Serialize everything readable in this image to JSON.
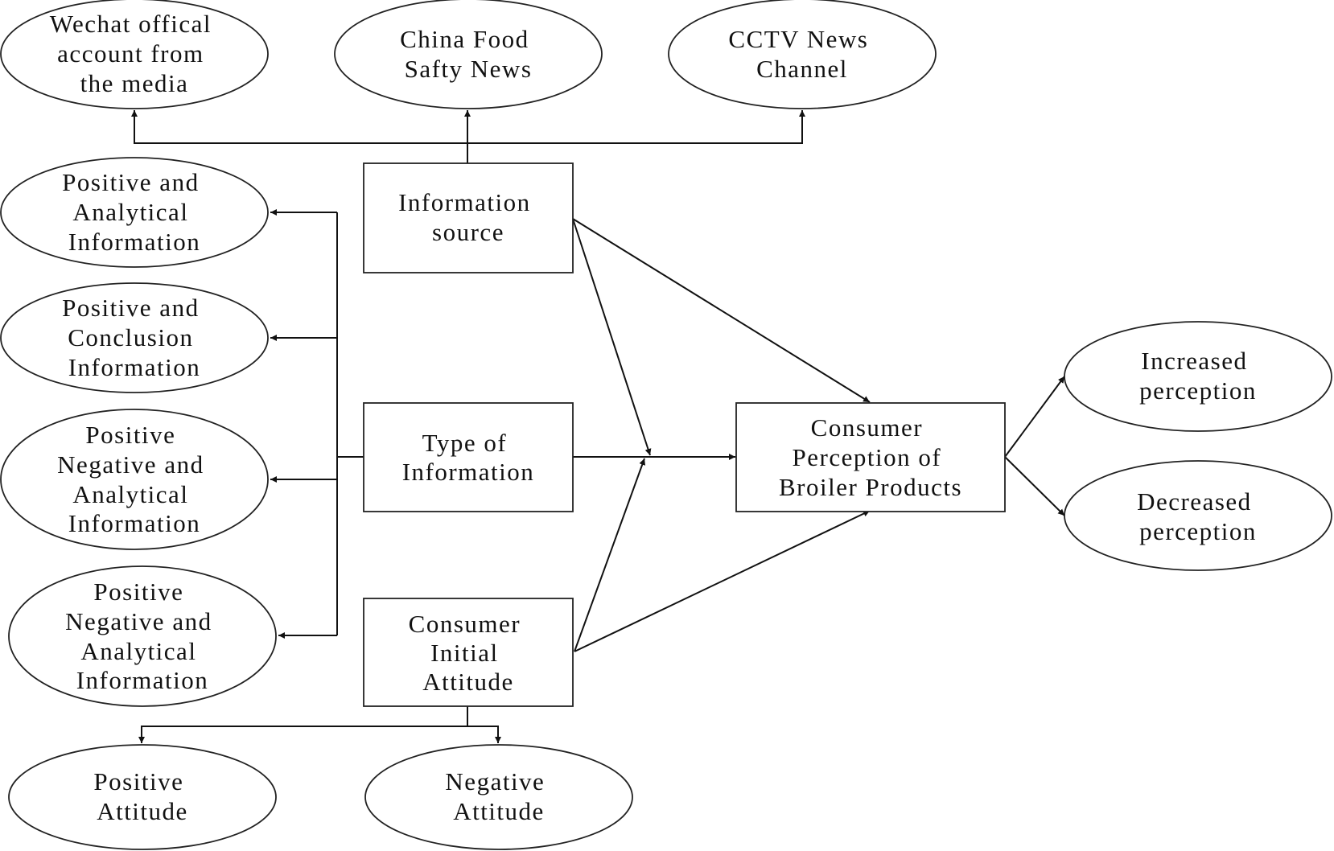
{
  "nodes": {
    "wechat": {
      "lines": [
        "Wechat offical",
        "account from",
        "the media"
      ]
    },
    "china_food": {
      "lines": [
        "China Food",
        "Safty News"
      ]
    },
    "cctv": {
      "lines": [
        "CCTV News",
        "Channel"
      ]
    },
    "info_source": {
      "lines": [
        "Information",
        "source"
      ]
    },
    "pos_analytical": {
      "lines": [
        "Positive and",
        "Analytical",
        "Information"
      ]
    },
    "pos_conclusion": {
      "lines": [
        "Positive and",
        "Conclusion",
        "Information"
      ]
    },
    "pos_neg_analytical_1": {
      "lines": [
        "Positive",
        "Negative and",
        "Analytical",
        "Information"
      ]
    },
    "pos_neg_analytical_2": {
      "lines": [
        "Positive",
        "Negative and",
        "Analytical",
        "Information"
      ]
    },
    "type_info": {
      "lines": [
        "Type of",
        "Information"
      ]
    },
    "consumer_perception": {
      "lines": [
        "Consumer",
        "Perception of",
        "Broiler  Products"
      ]
    },
    "increased": {
      "lines": [
        "Increased",
        "perception"
      ]
    },
    "decreased": {
      "lines": [
        "Decreased",
        "perception"
      ]
    },
    "initial_attitude": {
      "lines": [
        "Consumer",
        "Initial",
        "Attitude"
      ]
    },
    "positive_attitude": {
      "lines": [
        "Positive",
        "Attitude"
      ]
    },
    "negative_attitude": {
      "lines": [
        "Negative",
        "Attitude"
      ]
    }
  }
}
